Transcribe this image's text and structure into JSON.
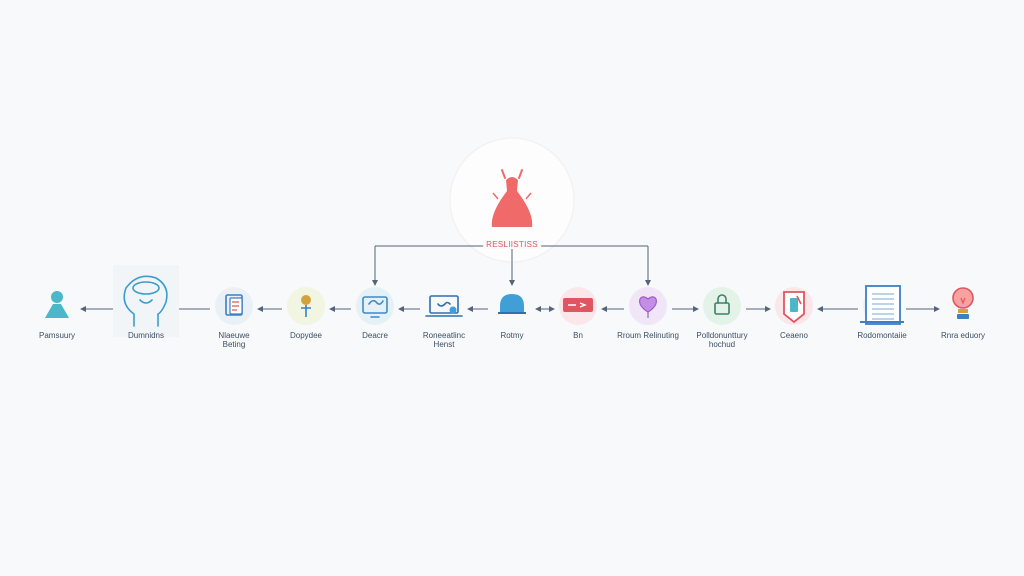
{
  "hub": {
    "label": "RESLIISTISS",
    "icon": "dress-icon",
    "color": "#f06a6a"
  },
  "nodes": [
    {
      "id": "n1",
      "icon": "person-icon",
      "label": "Pamsuury",
      "color": "#4bb8c9",
      "bg": ""
    },
    {
      "id": "n2",
      "icon": "head-brain-icon",
      "label": "Dumnidns",
      "color": "#3a9ccf",
      "bg": "#f0f4f6"
    },
    {
      "id": "n3",
      "icon": "document-icon",
      "label": "Nlaeuwe\nBeting",
      "color": "#3b7fc4",
      "bg": "#eaf1f6"
    },
    {
      "id": "n4",
      "icon": "pin-icon",
      "label": "Dopydee",
      "color": "#d2a33c",
      "bg": "#f2f5e2"
    },
    {
      "id": "n5",
      "icon": "monitor-icon",
      "label": "Deacre",
      "color": "#3c8bcb",
      "bg": "#e5f1f6"
    },
    {
      "id": "n6",
      "icon": "laptop-icon",
      "label": "Roneeatlinc\nHenst",
      "color": "#2e6fb0",
      "bg": ""
    },
    {
      "id": "n7",
      "icon": "dome-icon",
      "label": "Rotmy",
      "color": "#3f9fd6",
      "bg": ""
    },
    {
      "id": "n8",
      "icon": "card-icon",
      "label": "Bn",
      "color": "#e05560",
      "bg": "#fbe6ea"
    },
    {
      "id": "n9",
      "icon": "heart-balloon-icon",
      "label": "Rroum Relinuting",
      "color": "#9b5ec6",
      "bg": "#f0e6f8"
    },
    {
      "id": "n10",
      "icon": "lock-icon",
      "label": "Polldonunttury\nhochud",
      "color": "#3c7f6a",
      "bg": "#e3f3e8"
    },
    {
      "id": "n11",
      "icon": "tag-icon",
      "label": "Ceaeno",
      "color": "#e05560",
      "bg": "#fbe6ea"
    },
    {
      "id": "n12",
      "icon": "notebook-icon",
      "label": "Rodomontaiie",
      "color": "#3b7fc4",
      "bg": "#eaf1f6"
    },
    {
      "id": "n13",
      "icon": "lightbulb-icon",
      "label": "Rnra eduory",
      "color": "#e05560",
      "bg": ""
    }
  ],
  "edges": [
    {
      "from": "n2",
      "to": "n1"
    },
    {
      "from": "n3",
      "to": "n2"
    },
    {
      "from": "n4",
      "to": "n3"
    },
    {
      "from": "n5",
      "to": "n4"
    },
    {
      "from": "n6",
      "to": "n5"
    },
    {
      "from": "n7",
      "to": "n6"
    },
    {
      "from": "n8",
      "to": "n7",
      "both": true
    },
    {
      "from": "n9",
      "to": "n8"
    },
    {
      "from": "n9",
      "to": "n10"
    },
    {
      "from": "n10",
      "to": "n11"
    },
    {
      "from": "n12",
      "to": "n11"
    },
    {
      "from": "n12",
      "to": "n13"
    }
  ],
  "hub_targets": [
    "n5",
    "n7",
    "n9"
  ]
}
